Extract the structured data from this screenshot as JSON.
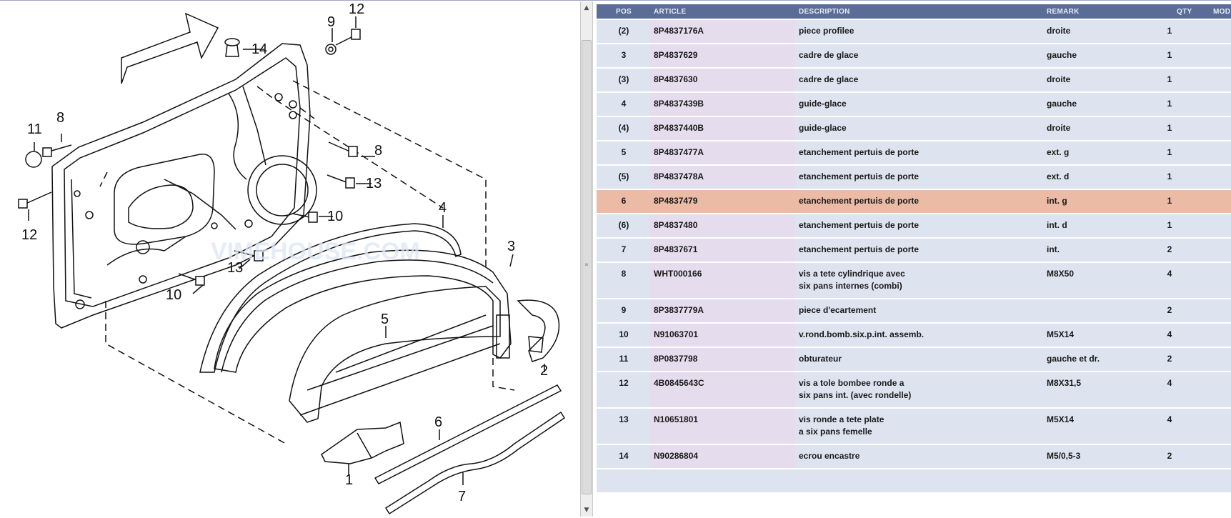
{
  "columns": {
    "pos": "POS",
    "article": "ARTICLE",
    "description": "DESCRIPTION",
    "remark": "REMARK",
    "qty": "QTY",
    "mod": "MOD"
  },
  "watermark": "VIMEHOUSE.COM",
  "diagram_labels": [
    "1",
    "2",
    "3",
    "4",
    "5",
    "6",
    "7",
    "8",
    "8",
    "9",
    "10",
    "10",
    "11",
    "12",
    "12",
    "13",
    "13",
    "14"
  ],
  "selected_row": 7,
  "rows": [
    {
      "pos": "(2)",
      "article": "8P4837176A",
      "desc": [
        "piece profilee"
      ],
      "remark": "droite",
      "qty": "1"
    },
    {
      "pos": "3",
      "article": "8P4837629",
      "desc": [
        "cadre de glace"
      ],
      "remark": "gauche",
      "qty": "1"
    },
    {
      "pos": "(3)",
      "article": "8P4837630",
      "desc": [
        "cadre de glace"
      ],
      "remark": "droite",
      "qty": "1"
    },
    {
      "pos": "4",
      "article": "8P4837439B",
      "desc": [
        "guide-glace"
      ],
      "remark": "gauche",
      "qty": "1"
    },
    {
      "pos": "(4)",
      "article": "8P4837440B",
      "desc": [
        "guide-glace"
      ],
      "remark": "droite",
      "qty": "1"
    },
    {
      "pos": "5",
      "article": "8P4837477A",
      "desc": [
        "etanchement pertuis de porte"
      ],
      "remark": "ext. g",
      "qty": "1"
    },
    {
      "pos": "(5)",
      "article": "8P4837478A",
      "desc": [
        "etanchement pertuis de porte"
      ],
      "remark": "ext. d",
      "qty": "1"
    },
    {
      "pos": "6",
      "article": "8P4837479",
      "desc": [
        "etanchement pertuis de porte"
      ],
      "remark": "int. g",
      "qty": "1"
    },
    {
      "pos": "(6)",
      "article": "8P4837480",
      "desc": [
        "etanchement pertuis de porte"
      ],
      "remark": "int. d",
      "qty": "1"
    },
    {
      "pos": "7",
      "article": "8P4837671",
      "desc": [
        "etanchement pertuis de porte"
      ],
      "remark": "int.",
      "qty": "2"
    },
    {
      "pos": "8",
      "article": "WHT000166",
      "desc": [
        "vis a tete cylindrique avec",
        "six pans internes (combi)"
      ],
      "remark": "M8X50",
      "qty": "4"
    },
    {
      "pos": "9",
      "article": "8P3837779A",
      "desc": [
        "piece d'ecartement"
      ],
      "remark": "",
      "qty": "2"
    },
    {
      "pos": "10",
      "article": "N91063701",
      "desc": [
        "v.rond.bomb.six.p.int. assemb."
      ],
      "remark": "M5X14",
      "qty": "4"
    },
    {
      "pos": "11",
      "article": "8P0837798",
      "desc": [
        "obturateur"
      ],
      "remark": "gauche et dr.",
      "qty": "2"
    },
    {
      "pos": "12",
      "article": "4B0845643C",
      "desc": [
        "vis a tole bombee ronde a",
        "six pans int. (avec rondelle)"
      ],
      "remark": "M8X31,5",
      "qty": "4"
    },
    {
      "pos": "13",
      "article": "N10651801",
      "desc": [
        "vis ronde a tete plate",
        "a six pans femelle"
      ],
      "remark": "M5X14",
      "qty": "4"
    },
    {
      "pos": "14",
      "article": "N90286804",
      "desc": [
        "ecrou encastre"
      ],
      "remark": "M5/0,5-3",
      "qty": "2"
    }
  ],
  "colors": {
    "header": "#5b6c97",
    "row": "#dde3ef",
    "article_col": "#e5dced",
    "selected": "#ebbba6"
  }
}
